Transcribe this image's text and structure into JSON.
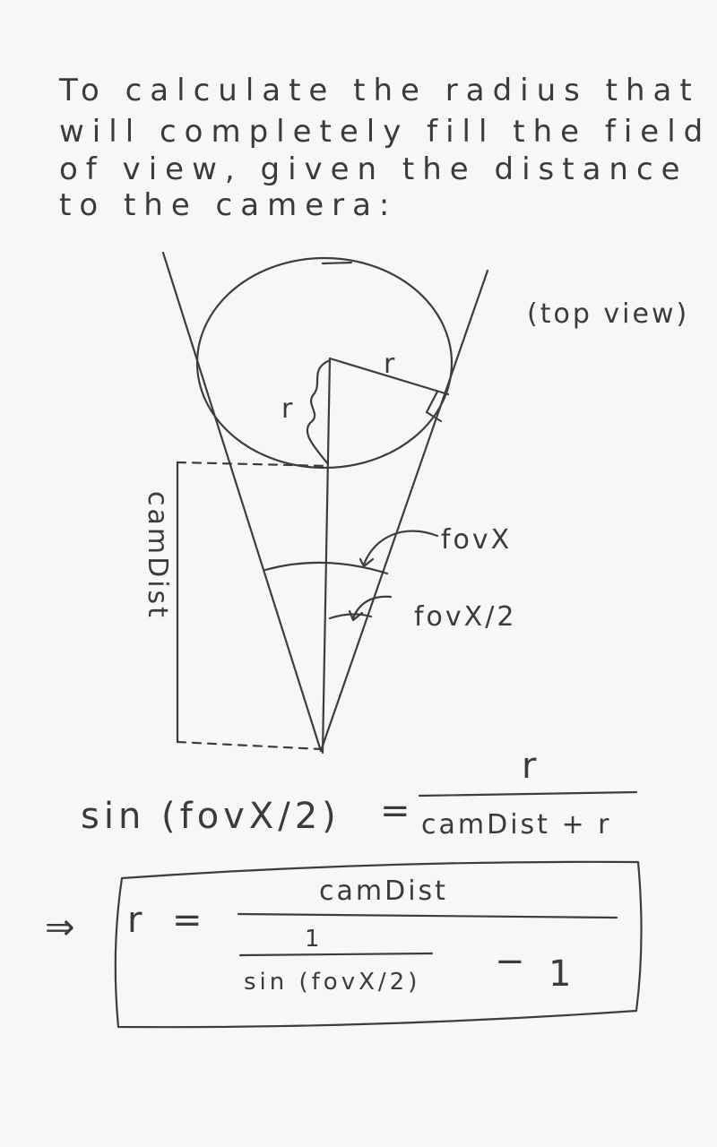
{
  "intro": {
    "lines": [
      "To calculate the radius that",
      "will completely fill the field",
      "of view, given the distance",
      "to the camera:"
    ]
  },
  "diagram": {
    "view_label": "(top view)",
    "radius_label_top": "r",
    "radius_label_left": "r",
    "dist_label": "camDist",
    "fov_label": "fovX",
    "half_fov_label": "fovX/2"
  },
  "equation1": {
    "lhs": "sin (fovX/2)",
    "equals": "=",
    "numerator": "r",
    "denominator": "camDist + r"
  },
  "equation2": {
    "implies": "⇒",
    "lhs": "r",
    "equals": "=",
    "numerator": "camDist",
    "inner_numerator": "1",
    "inner_denominator": "sin (fovX/2)",
    "minus": "−",
    "minus_term": "1"
  }
}
